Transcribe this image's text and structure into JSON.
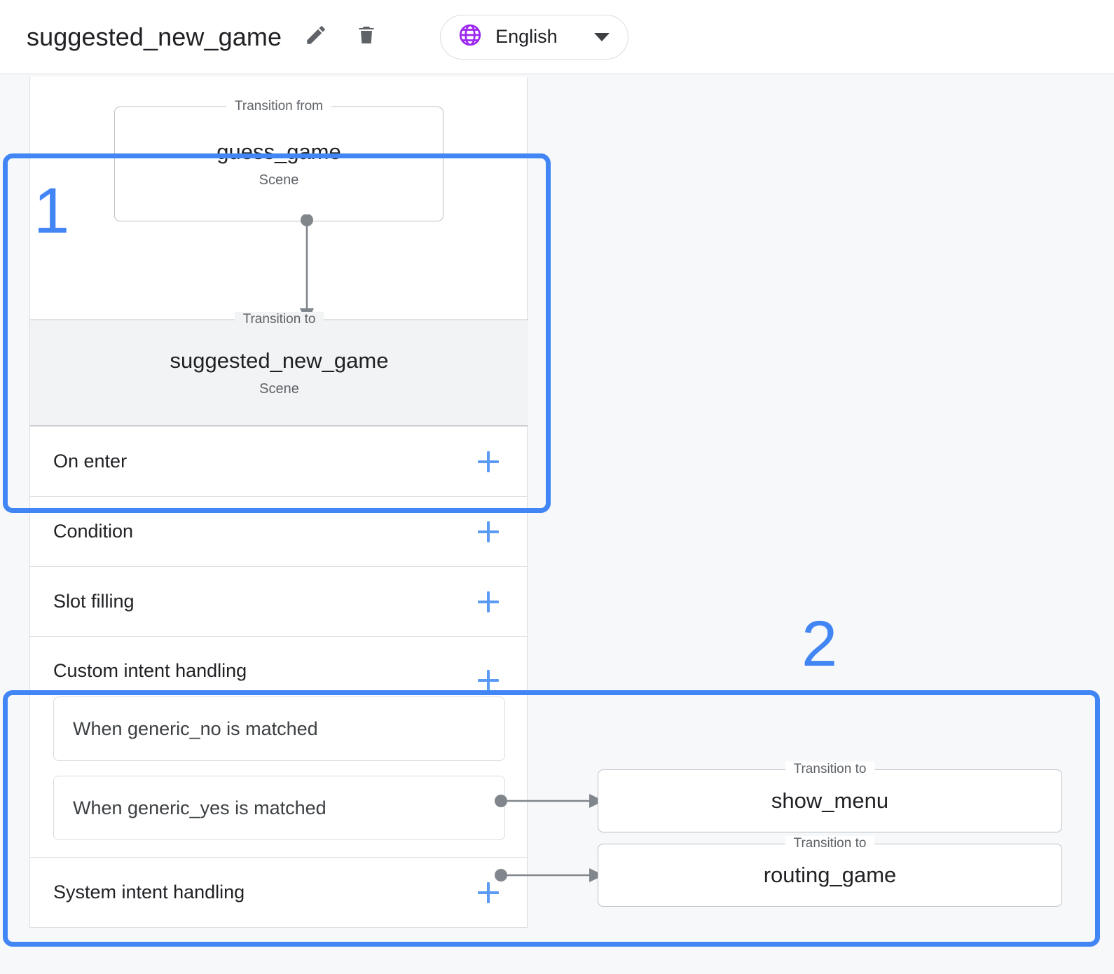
{
  "header": {
    "scene_title": "suggested_new_game",
    "edit_icon": "pencil-icon",
    "delete_icon": "trash-icon",
    "language": {
      "icon": "globe-icon",
      "label": "English",
      "icon_color": "#9c27f0",
      "caret": "chevron-down-icon"
    }
  },
  "annotations": [
    {
      "number": "1",
      "color": "#4285f4"
    },
    {
      "number": "2",
      "color": "#4285f4"
    }
  ],
  "scene_editor": {
    "transition_from": {
      "legend": "Transition from",
      "name": "guess_game",
      "subtitle": "Scene"
    },
    "transition_to": {
      "legend": "Transition to",
      "name": "suggested_new_game",
      "subtitle": "Scene"
    },
    "sections": [
      {
        "label": "On enter",
        "add_label": "+"
      },
      {
        "label": "Condition",
        "add_label": "+"
      },
      {
        "label": "Slot filling",
        "add_label": "+"
      }
    ],
    "custom_intent_handling": {
      "label": "Custom intent handling",
      "add_label": "+",
      "handlers": [
        {
          "label": "When generic_no is matched"
        },
        {
          "label": "When generic_yes is matched"
        }
      ]
    },
    "system_intent_handling": {
      "label": "System intent handling",
      "add_label": "+"
    }
  },
  "intent_transitions": [
    {
      "legend": "Transition to",
      "name": "show_menu"
    },
    {
      "legend": "Transition to",
      "name": "routing_game"
    }
  ],
  "colors": {
    "accent_blue": "#4285f4",
    "plus_blue": "#5c9bf5",
    "canvas_bg": "#f6f8fa",
    "card_shaded_bg": "#f1f3f4",
    "icon_gray": "#5f6368",
    "connector_gray": "#80868b"
  }
}
